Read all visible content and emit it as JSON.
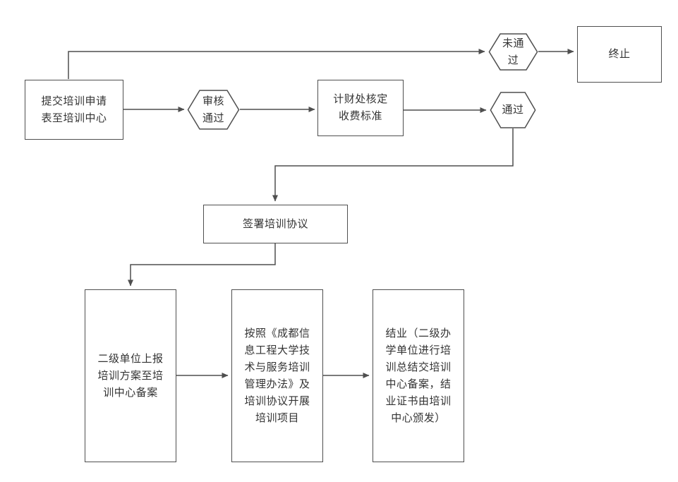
{
  "colors": {
    "stroke": "#4f4f4f",
    "text": "#333333",
    "bg": "#ffffff"
  },
  "nodes": {
    "submit": {
      "shape": "rect",
      "label": "提交培训申请\n表至培训中心"
    },
    "review": {
      "shape": "hexagon",
      "label": "审核\n通过"
    },
    "finance": {
      "shape": "rect",
      "label": "计财处核定\n收费标准"
    },
    "not_passed": {
      "shape": "hexagon",
      "label": "未通\n过"
    },
    "terminate": {
      "shape": "rect",
      "label": "终止"
    },
    "passed": {
      "shape": "hexagon",
      "label": "通过"
    },
    "sign": {
      "shape": "rect",
      "label": "签署培训协议"
    },
    "report": {
      "shape": "rect",
      "label": "二级单位上报\n培训方案至培\n训中心备案"
    },
    "conduct": {
      "shape": "rect",
      "label": "按照《成都信\n息工程大学技\n术与服务培训\n管理办法》及\n培训协议开展\n培训项目"
    },
    "complete": {
      "shape": "rect",
      "label": "结业（二级办\n学单位进行培\n训总结交培训\n中心备案，结\n业证书由培训\n中心颁发）"
    }
  },
  "edges": [
    {
      "from": "submit",
      "to": "review"
    },
    {
      "from": "review",
      "to": "finance"
    },
    {
      "from": "finance",
      "to": "passed"
    },
    {
      "from": "submit",
      "to": "not_passed"
    },
    {
      "from": "not_passed",
      "to": "terminate"
    },
    {
      "from": "passed",
      "to": "sign"
    },
    {
      "from": "sign",
      "to": "report"
    },
    {
      "from": "report",
      "to": "conduct"
    },
    {
      "from": "conduct",
      "to": "complete"
    }
  ]
}
